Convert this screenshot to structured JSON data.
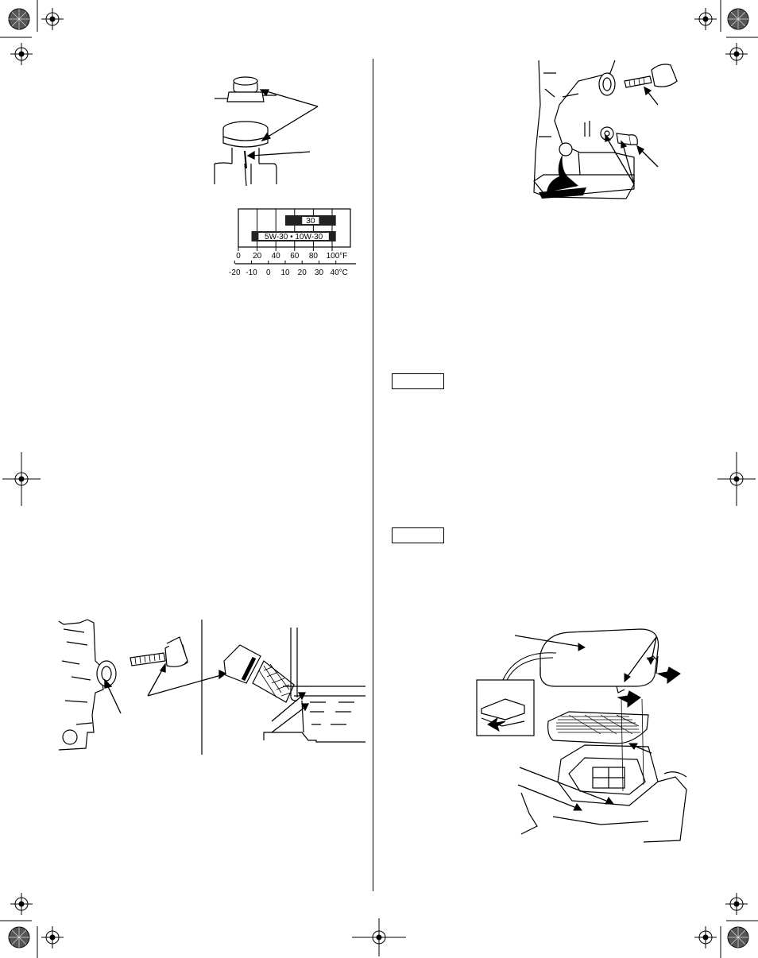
{
  "oil_chart": {
    "type": "table",
    "bars": [
      {
        "label": "30",
        "from_f": 50,
        "to_f": 104
      },
      {
        "label": "5W-30 • 10W-30",
        "from_f": 14,
        "to_f": 104
      }
    ],
    "fahrenheit_ticks": [
      "0",
      "20",
      "40",
      "60",
      "80",
      "100°F"
    ],
    "celsius_ticks": [
      "-20",
      "-10",
      "0",
      "10",
      "20",
      "30",
      "40°C"
    ],
    "ylim_f": [
      0,
      120
    ]
  },
  "notice_boxes": [
    "",
    ""
  ]
}
